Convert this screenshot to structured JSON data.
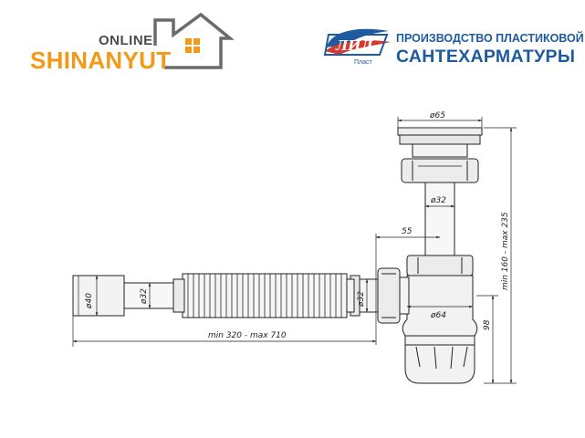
{
  "shop": {
    "online_label": "ONLINE",
    "name": "SHINANYUT",
    "accent_color": "#f29a17"
  },
  "maker": {
    "logo_text": "Пласт",
    "line1": "ПРОИЗВОДСТВО ПЛАСТИКОВОЙ",
    "line2": "САНТЕХАРМАТУРЫ",
    "brand_color": "#1e5aa0"
  },
  "dimensions": {
    "d65": "ø65",
    "d32_top": "ø32",
    "offset_55": "55",
    "height_range": "min 160 - max 235",
    "d40": "ø40",
    "d32_pipe": "ø32",
    "d32_outlet": "ø32",
    "d64": "ø64",
    "h98": "98",
    "length_range": "min 320 - max 710"
  }
}
